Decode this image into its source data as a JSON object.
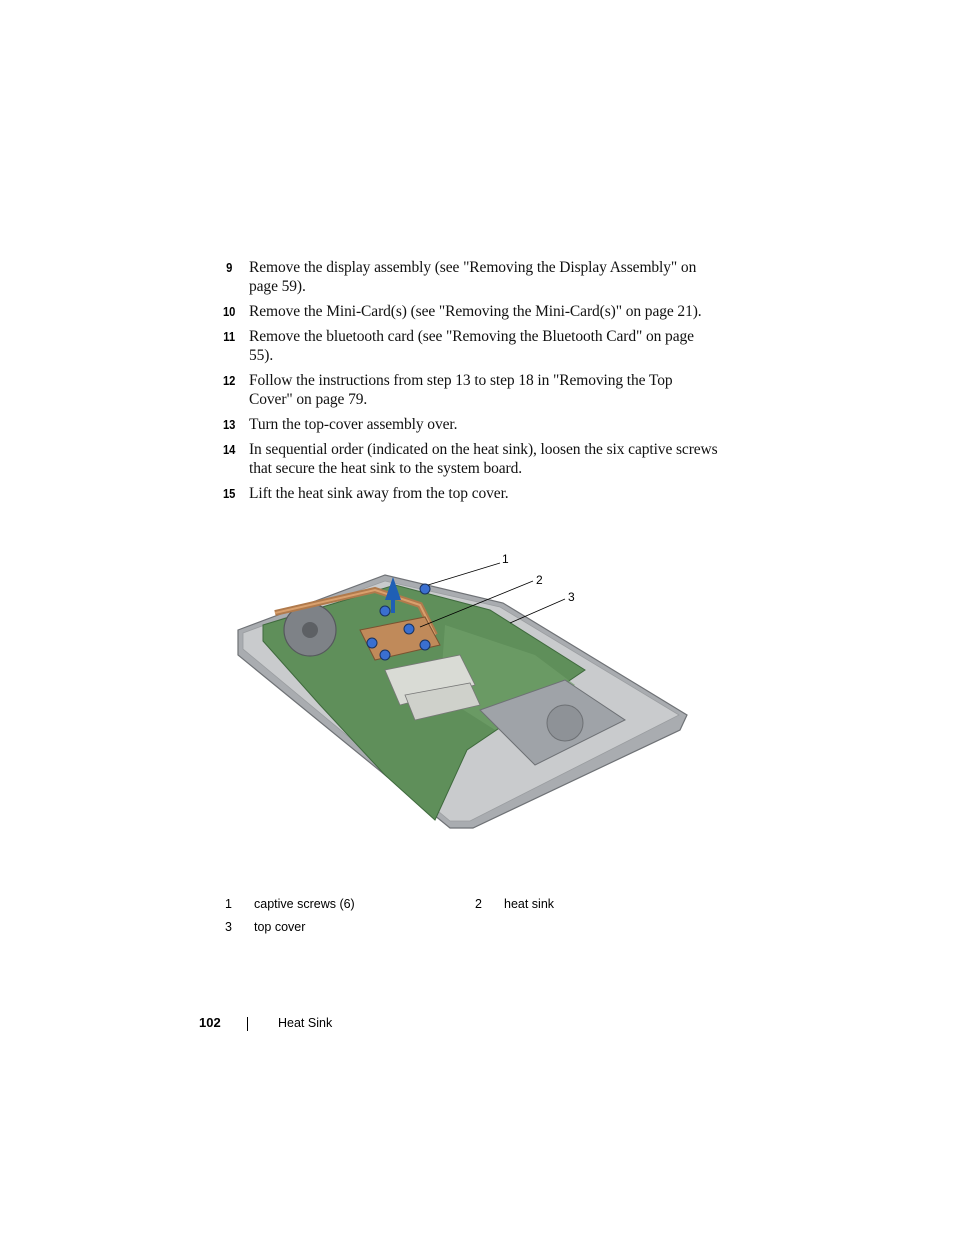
{
  "steps": [
    {
      "num": "9",
      "text": "Remove the display assembly (see \"Removing the Display Assembly\" on page 59)."
    },
    {
      "num": "10",
      "text": "Remove the Mini-Card(s) (see \"Removing the Mini-Card(s)\" on page 21)."
    },
    {
      "num": "11",
      "text": "Remove the bluetooth card (see \"Removing the Bluetooth Card\" on page 55)."
    },
    {
      "num": "12",
      "text": "Follow the instructions from step 13 to step 18 in \"Removing the Top Cover\" on page 79."
    },
    {
      "num": "13",
      "text": "Turn the top-cover assembly over."
    },
    {
      "num": "14",
      "text": "In sequential order (indicated on the heat sink), loosen the six captive screws that secure the heat sink to the system board."
    },
    {
      "num": "15",
      "text": "Lift the heat sink away from the top cover."
    }
  ],
  "figure": {
    "callouts": [
      "1",
      "2",
      "3"
    ]
  },
  "legend": [
    {
      "num": "1",
      "text": "captive screws (6)"
    },
    {
      "num": "2",
      "text": "heat sink"
    },
    {
      "num": "3",
      "text": "top cover"
    }
  ],
  "footer": {
    "page_number": "102",
    "section": "Heat Sink"
  }
}
